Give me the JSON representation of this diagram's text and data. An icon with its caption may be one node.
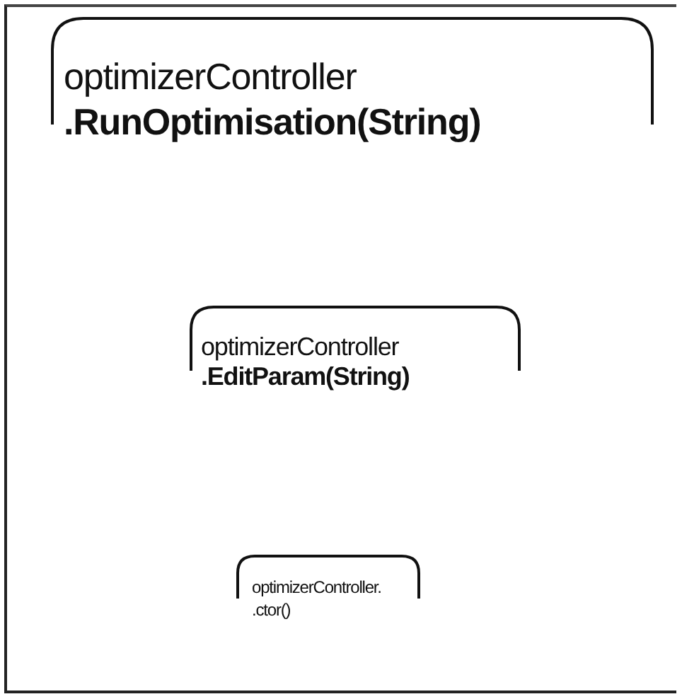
{
  "diagram": {
    "nodes": [
      {
        "text": [
          "optimizerController",
          ".RunOptimisation(String)"
        ]
      },
      {
        "text": [
          "optimizerController",
          ".EditParam(String)"
        ],
        "in": 0
      },
      {
        "text": [
          "optimizerController. .ctor()"
        ],
        "in": 0
      }
    ]
  }
}
